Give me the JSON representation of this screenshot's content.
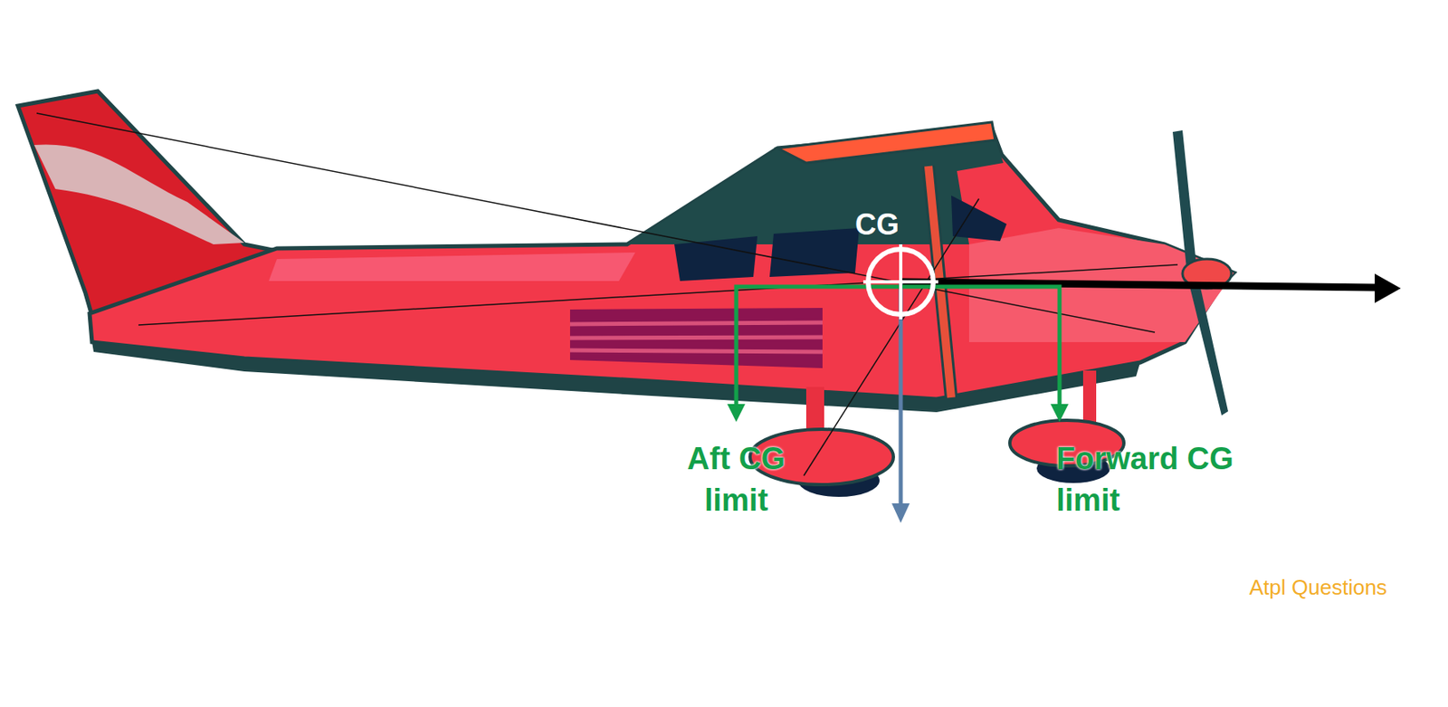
{
  "diagram": {
    "labels": [
      "CG",
      "Aft CG limit",
      "Forward CG limit",
      "Atpl Questions"
    ]
  }
}
